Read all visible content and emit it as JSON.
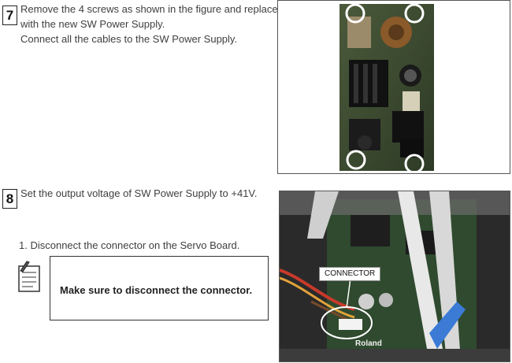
{
  "step7": {
    "number": "7",
    "line1": "Remove the 4 screws as shown in the figure and replace",
    "line2": "with the new SW Power Supply.",
    "line3": "Connect all the cables to the SW Power Supply."
  },
  "step8": {
    "number": "8",
    "line1": "Set the output voltage of SW Power Supply to +41V.",
    "substep": "1.  Disconnect the connector on the Servo Board."
  },
  "note": {
    "icon": "note-pad-icon",
    "text": "Make sure to disconnect the connector."
  },
  "photo2": {
    "callout": "CONNECTOR",
    "brand": "Roland"
  }
}
